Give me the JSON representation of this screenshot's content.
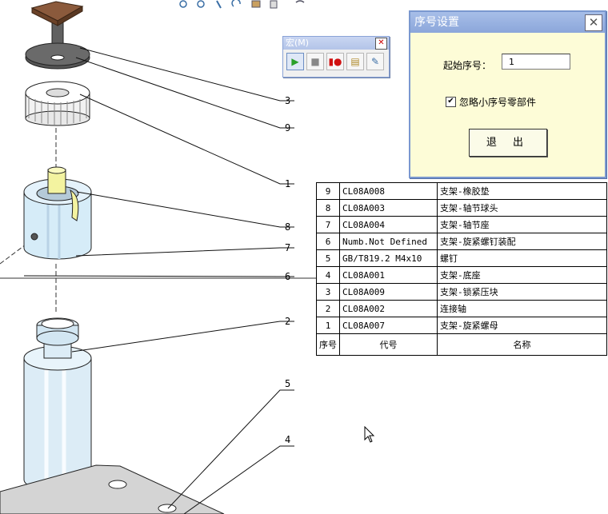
{
  "toolbar_icons": [
    "zoom-in-icon",
    "zoom-out-icon",
    "pan-icon",
    "rotate-icon",
    "view-icon",
    "display-icon",
    "render-icon"
  ],
  "balloons": [
    "3",
    "9",
    "1",
    "8",
    "7",
    "6",
    "2",
    "5",
    "4"
  ],
  "bom": {
    "rows": [
      {
        "seq": "9",
        "code": "CL08A008",
        "name": "支架-橡胶垫"
      },
      {
        "seq": "8",
        "code": "CL08A003",
        "name": "支架-轴节球头"
      },
      {
        "seq": "7",
        "code": "CL08A004",
        "name": "支架-轴节座"
      },
      {
        "seq": "6",
        "code": "Numb.Not Defined",
        "name": "支架-旋紧螺钉装配"
      },
      {
        "seq": "5",
        "code": "GB/T819.2 M4x10",
        "name": "螺钉"
      },
      {
        "seq": "4",
        "code": "CL08A001",
        "name": "支架-底座"
      },
      {
        "seq": "3",
        "code": "CL08A009",
        "name": "支架-锁紧压块"
      },
      {
        "seq": "2",
        "code": "CL08A002",
        "name": "连接轴"
      },
      {
        "seq": "1",
        "code": "CL08A007",
        "name": "支架-旋紧螺母"
      }
    ],
    "header": {
      "seq": "序号",
      "code": "代号",
      "name": "名称"
    }
  },
  "macro": {
    "title": "宏(M)",
    "close": "✕"
  },
  "dialog": {
    "title": "序号设置",
    "close": "✕",
    "start_label": "起始序号：",
    "start_value": "1",
    "ignore_checked": true,
    "ignore_label": "忽略小序号零部件",
    "exit_label": "退 出"
  },
  "colors": {
    "dialog_bg": "#fdfcd7",
    "titlebar": "#8ba6da",
    "part_blue": "#d6ecf8",
    "part_yellow": "#f3f3a0",
    "part_brown": "#8b5a3c",
    "part_gray": "#505050"
  }
}
